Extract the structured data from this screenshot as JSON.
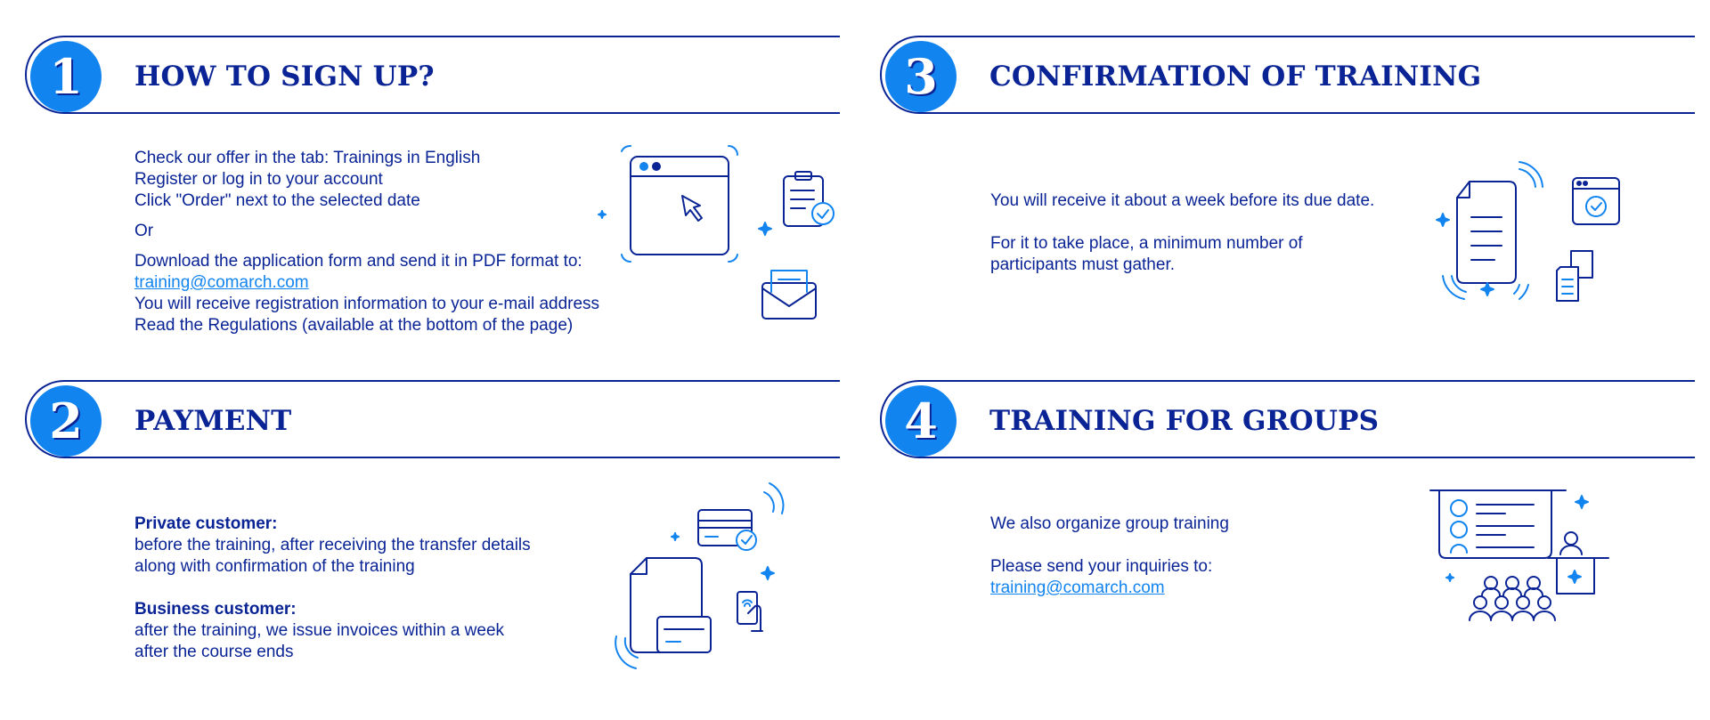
{
  "colors": {
    "navy": "#0a2496",
    "accent": "#1284f0",
    "background": "#ffffff"
  },
  "sections": [
    {
      "number": "1",
      "title": "HOW TO SIGN UP?",
      "lines": [
        "Check our offer in the tab: Trainings in English",
        "Register or log in to your account",
        "Click \"Order\" next to the selected date",
        "Or",
        "Download the application form and send it in PDF format to:",
        "training@comarch.com",
        "You will receive registration information to your e-mail address",
        "Read the Regulations (available at the bottom of the page)"
      ],
      "icons": [
        "browser-window-icon",
        "cursor-arrow-icon",
        "clipboard-check-icon",
        "envelope-letter-icon",
        "sparkle-icon"
      ]
    },
    {
      "number": "2",
      "title": "PAYMENT",
      "private_label": "Private customer:",
      "private_lines": [
        "before the training, after receiving the transfer details",
        "along with confirmation of the training"
      ],
      "business_label": "Business customer:",
      "business_lines": [
        "after the training, we issue invoices within a week",
        "after the course ends"
      ],
      "icons": [
        "document-icon",
        "payment-card-icon",
        "card-check-icon",
        "phone-payment-icon",
        "sparkle-icon"
      ]
    },
    {
      "number": "3",
      "title": "CONFIRMATION OF TRAINING",
      "lines": [
        "You will receive it about a week before its due date.",
        "For it to take place, a minimum number of",
        "participants must gather."
      ],
      "icons": [
        "document-icon",
        "window-check-icon",
        "files-icon",
        "sparkle-icon"
      ]
    },
    {
      "number": "4",
      "title": "TRAINING FOR GROUPS",
      "lines": [
        "We also organize group training",
        "Please send your inquiries to:",
        "training@comarch.com"
      ],
      "icons": [
        "presentation-board-icon",
        "presenter-icon",
        "audience-icon",
        "sparkle-icon"
      ]
    }
  ]
}
